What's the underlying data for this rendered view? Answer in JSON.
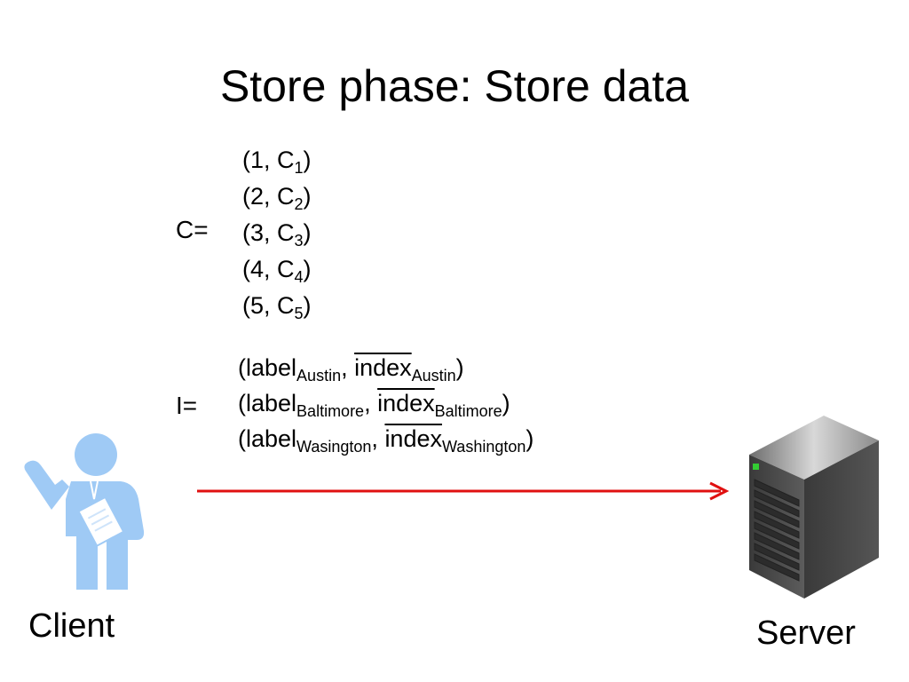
{
  "title": "Store phase: Store data",
  "c_label": "C=",
  "i_label": "I=",
  "c_entries": [
    {
      "prefix": "(1, C",
      "sub": "1",
      "suffix": ")"
    },
    {
      "prefix": "(2, C",
      "sub": "2",
      "suffix": ")"
    },
    {
      "prefix": "(3, C",
      "sub": "3",
      "suffix": ")"
    },
    {
      "prefix": "(4, C",
      "sub": "4",
      "suffix": ")"
    },
    {
      "prefix": "(5, C",
      "sub": "5",
      "suffix": ")"
    }
  ],
  "i_entries": [
    {
      "open": "(label",
      "label_sub": "Austin",
      "sep": ", ",
      "index": "index",
      "index_sub": "Austin",
      "close": ")"
    },
    {
      "open": "(label",
      "label_sub": "Baltimore",
      "sep": ", ",
      "index": "index",
      "index_sub": "Baltimore",
      "close": ")"
    },
    {
      "open": "(label",
      "label_sub": "Wasington",
      "sep": ", ",
      "index": "index",
      "index_sub": "Washington",
      "close": ")"
    }
  ],
  "client_label": "Client",
  "server_label": "Server",
  "colors": {
    "arrow": "#e01010",
    "client_icon": "#9fcaf5",
    "server_body": "#4a4a4a",
    "server_led": "#33cc33"
  },
  "icons": {
    "client": "person-with-clipboard-icon",
    "server": "server-tower-icon"
  }
}
